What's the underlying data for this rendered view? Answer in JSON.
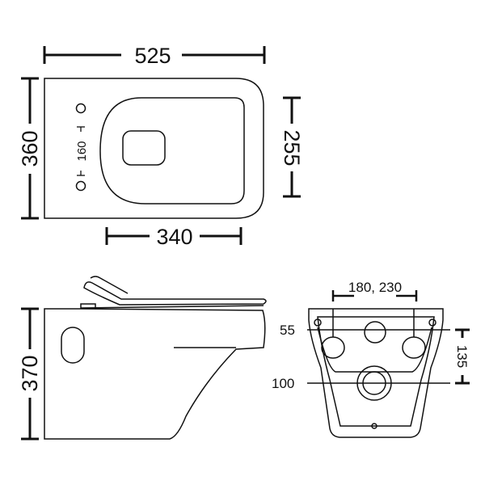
{
  "top_view": {
    "overall_width": "525",
    "overall_depth": "360",
    "bowl_depth": "255",
    "bowl_width": "340",
    "fixing_spacing": "160"
  },
  "side_view": {
    "height": "370"
  },
  "rear_view": {
    "fixing_centres": "180, 230",
    "inlet_diameter": "55",
    "outlet_diameter": "100",
    "offset": "135"
  }
}
